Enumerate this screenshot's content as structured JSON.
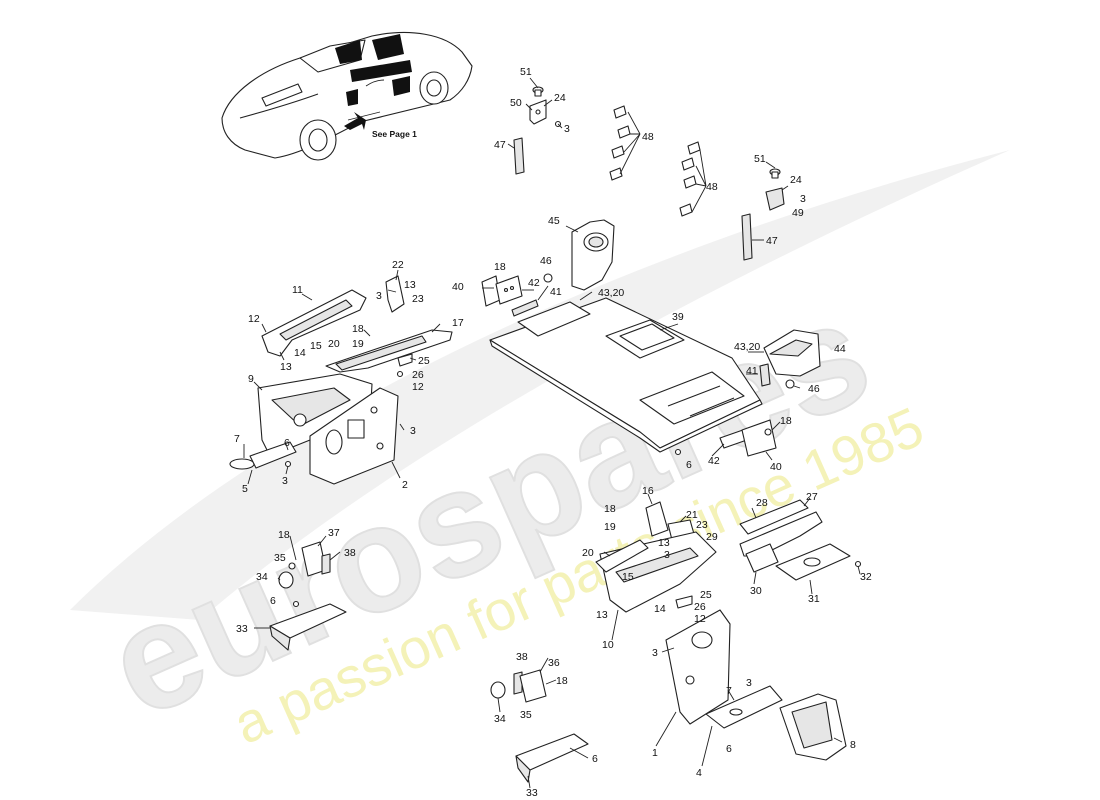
{
  "watermark": {
    "brand": "eurospares",
    "tagline": "a passion for parts since 1985",
    "brand_color": "#e6e6e6",
    "tagline_color": "#f3f1b0"
  },
  "car_thumbnail": {
    "label": "See Page 1",
    "icon": "car-isometric-icon"
  },
  "callouts": {
    "c51a": "51",
    "c24a": "24",
    "c50": "50",
    "c3a": "3",
    "c47a": "47",
    "c48a": "48",
    "c48b": "48",
    "c51b": "51",
    "c24b": "24",
    "c3b": "3",
    "c49": "49",
    "c47b": "47",
    "c45": "45",
    "c46a": "46",
    "c18a": "18",
    "c40a": "40",
    "c42a": "42",
    "c41a": "41",
    "c43_20a": "43,20",
    "c39": "39",
    "c22": "22",
    "c13a": "13",
    "c3c": "3",
    "c23a": "23",
    "c11": "11",
    "c12a": "12",
    "c17": "17",
    "c18b": "18",
    "c19a": "19",
    "c20a": "20",
    "c15a": "15",
    "c14a": "14",
    "c13b": "13",
    "c25a": "25",
    "c26a": "26",
    "c12b": "12",
    "c9": "9",
    "c3d": "3",
    "c7a": "7",
    "c6a": "6",
    "c5": "5",
    "c3e": "3",
    "c2": "2",
    "c43_20b": "43,20",
    "c44": "44",
    "c41b": "41",
    "c46b": "46",
    "c18c": "18",
    "c42b": "42",
    "c40b": "40",
    "c6b": "6",
    "c18d": "18",
    "c37": "37",
    "c35a": "35",
    "c38a": "38",
    "c34a": "34",
    "c6c": "6",
    "c33a": "33",
    "c16": "16",
    "c18e": "18",
    "c19b": "19",
    "c21": "21",
    "c23b": "23",
    "c13c": "13",
    "c3f": "3",
    "c20b": "20",
    "c15b": "15",
    "c13d": "13",
    "c14b": "14",
    "c25b": "25",
    "c26b": "26",
    "c12c": "12",
    "c10": "10",
    "c28": "28",
    "c27": "27",
    "c29": "29",
    "c30": "30",
    "c31": "31",
    "c32": "32",
    "c3g": "3",
    "c7b": "7",
    "c3h": "3",
    "c6d": "6",
    "c1": "1",
    "c4": "4",
    "c8": "8",
    "c38b": "38",
    "c36": "36",
    "c18f": "18",
    "c34b": "34",
    "c35b": "35",
    "c6e": "6",
    "c33b": "33"
  }
}
